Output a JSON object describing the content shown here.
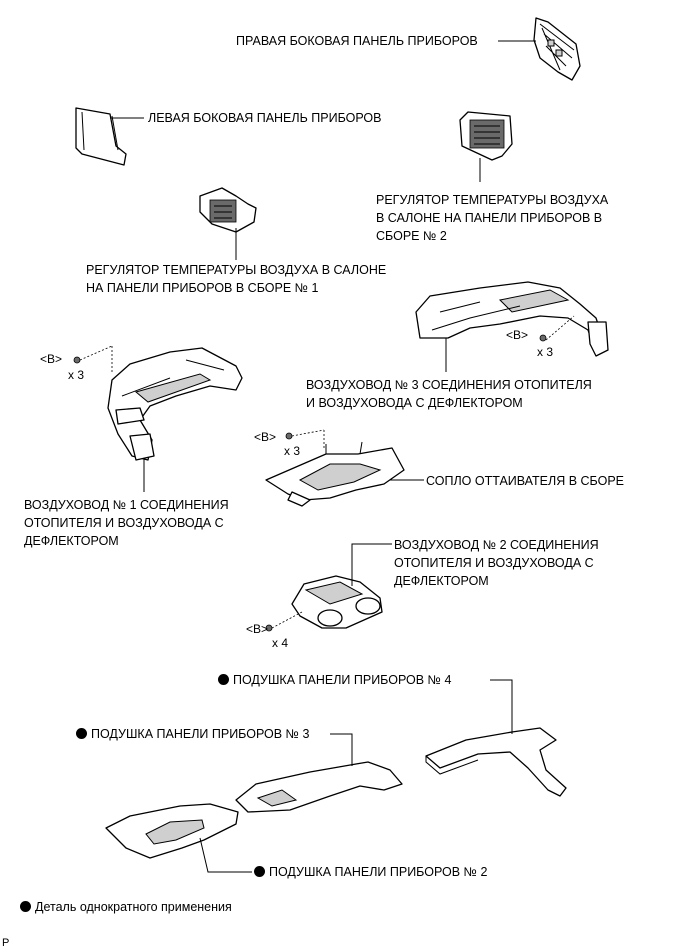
{
  "labels": {
    "right_side_panel": "ПРАВАЯ БОКОВАЯ ПАНЕЛЬ ПРИБОРОВ",
    "left_side_panel": "ЛЕВАЯ БОКОВАЯ ПАНЕЛЬ ПРИБОРОВ",
    "temp_regulator_2": [
      "РЕГУЛЯТОР ТЕМПЕРАТУРЫ ВОЗДУХА",
      "В САЛОНЕ НА ПАНЕЛИ ПРИБОРОВ В",
      "СБОРЕ № 2"
    ],
    "temp_regulator_1": [
      "РЕГУЛЯТОР ТЕМПЕРАТУРЫ ВОЗДУХА В САЛОНЕ",
      "НА ПАНЕЛИ ПРИБОРОВ В СБОРЕ № 1"
    ],
    "duct_3": [
      "ВОЗДУХОВОД № 3 СОЕДИНЕНИЯ ОТОПИТЕЛЯ",
      "И ВОЗДУХОВОДА С ДЕФЛЕКТОРОМ"
    ],
    "duct_1": [
      "ВОЗДУХОВОД № 1 СОЕДИНЕНИЯ",
      "ОТОПИТЕЛЯ И ВОЗДУХОВОДА С",
      "ДЕФЛЕКТОРОМ"
    ],
    "defroster_nozzle": "СОПЛО ОТТАИВАТЕЛЯ В СБОРЕ",
    "duct_2": [
      "ВОЗДУХОВОД № 2 СОЕДИНЕНИЯ",
      "ОТОПИТЕЛЯ И ВОЗДУХОВОДА С",
      "ДЕФЛЕКТОРОМ"
    ],
    "pad_4": "ПОДУШКА ПАНЕЛИ ПРИБОРОВ № 4",
    "pad_3": "ПОДУШКА ПАНЕЛИ ПРИБОРОВ № 3",
    "pad_2": "ПОДУШКА ПАНЕЛИ ПРИБОРОВ № 2"
  },
  "fasteners": {
    "ref": "<B>",
    "duct_1_qty": "x 3",
    "duct_3_qty": "x 3",
    "nozzle_qty": "x 3",
    "duct_2_qty": "x 4"
  },
  "legend": {
    "single_use": "Деталь однократного применения"
  },
  "footer": {
    "code": "P"
  }
}
